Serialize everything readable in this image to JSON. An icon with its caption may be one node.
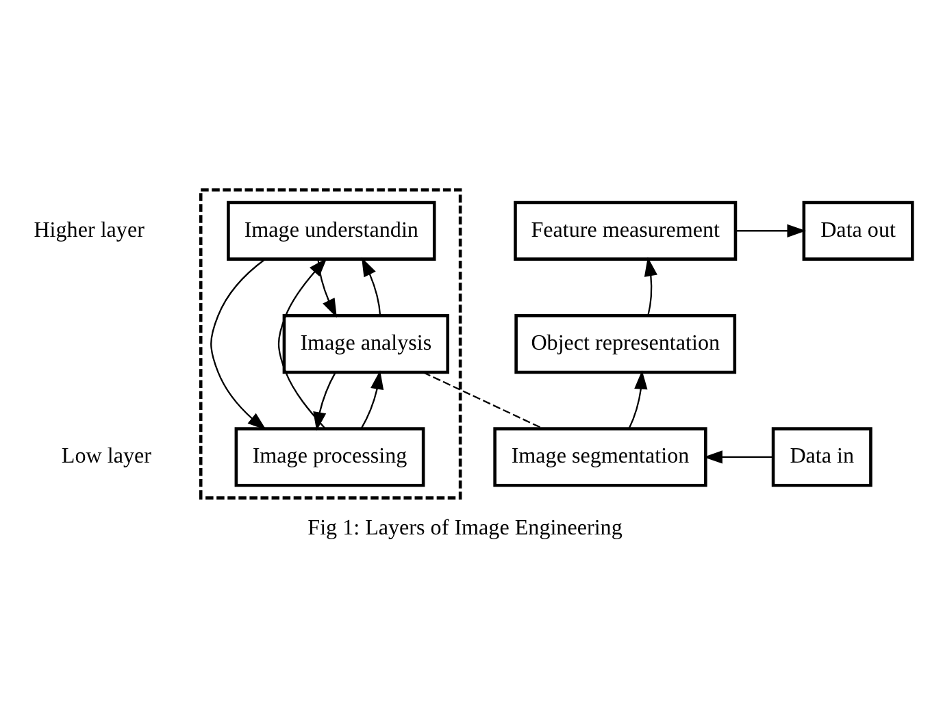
{
  "diagram": {
    "caption": "Fig 1: Layers of Image Engineering",
    "nodes": [
      {
        "text": [],
        "shape": "box"
      },
      {
        "text": [
          "Image understandin"
        ],
        "in": 0
      },
      {
        "text": [
          "Image analysis"
        ],
        "in": 0
      },
      {
        "text": [
          "Image processing"
        ],
        "in": 0
      },
      {
        "text": [
          "Feature measurement"
        ]
      },
      {
        "text": [
          "Data out"
        ]
      },
      {
        "text": [
          "Object representation"
        ]
      },
      {
        "text": [
          "Image segmentation"
        ]
      },
      {
        "text": [
          "Data in"
        ]
      }
    ],
    "edges": [
      {
        "from": 1,
        "to": 2,
        "arrow": "to"
      },
      {
        "from": 2,
        "to": 1,
        "arrow": "to"
      },
      {
        "from": 2,
        "to": 3,
        "arrow": "to"
      },
      {
        "from": 3,
        "to": 2,
        "arrow": "to"
      },
      {
        "from": 3,
        "to": 1,
        "arrow": "to"
      },
      {
        "from": 1,
        "to": 3,
        "arrow": "to"
      },
      {
        "from": 2,
        "to": 7,
        "arrow": "none",
        "style": "dashed"
      },
      {
        "from": 8,
        "to": 7,
        "arrow": "to"
      },
      {
        "from": 7,
        "to": 6,
        "arrow": "to"
      },
      {
        "from": 6,
        "to": 4,
        "arrow": "to"
      },
      {
        "from": 4,
        "to": 5,
        "arrow": "to"
      }
    ],
    "labels": [
      "Higher layer",
      "Low layer"
    ]
  }
}
